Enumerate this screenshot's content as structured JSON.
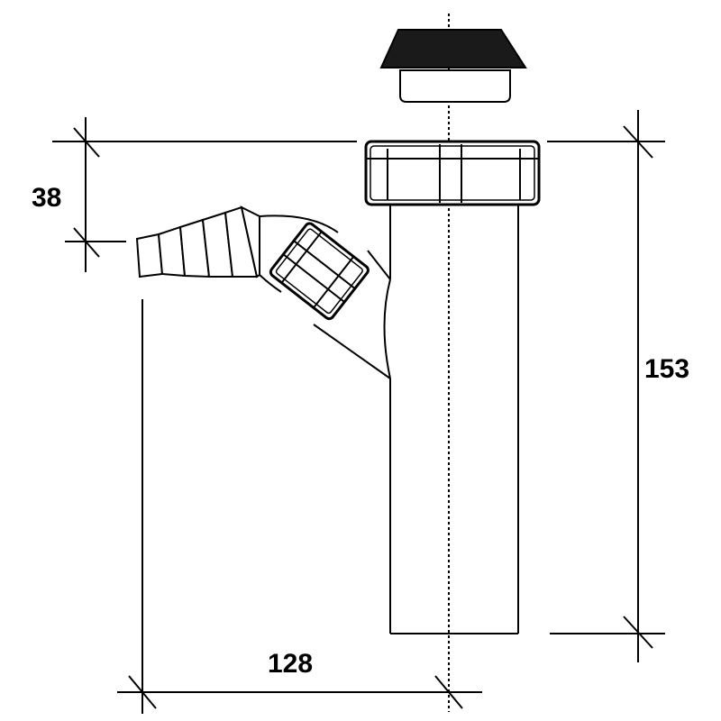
{
  "dimensions": {
    "height_left": "38",
    "height_right": "153",
    "width_bottom": "128"
  },
  "colors": {
    "line": "#000000",
    "cap_top": "#1a1a1a",
    "background": "#ffffff"
  }
}
